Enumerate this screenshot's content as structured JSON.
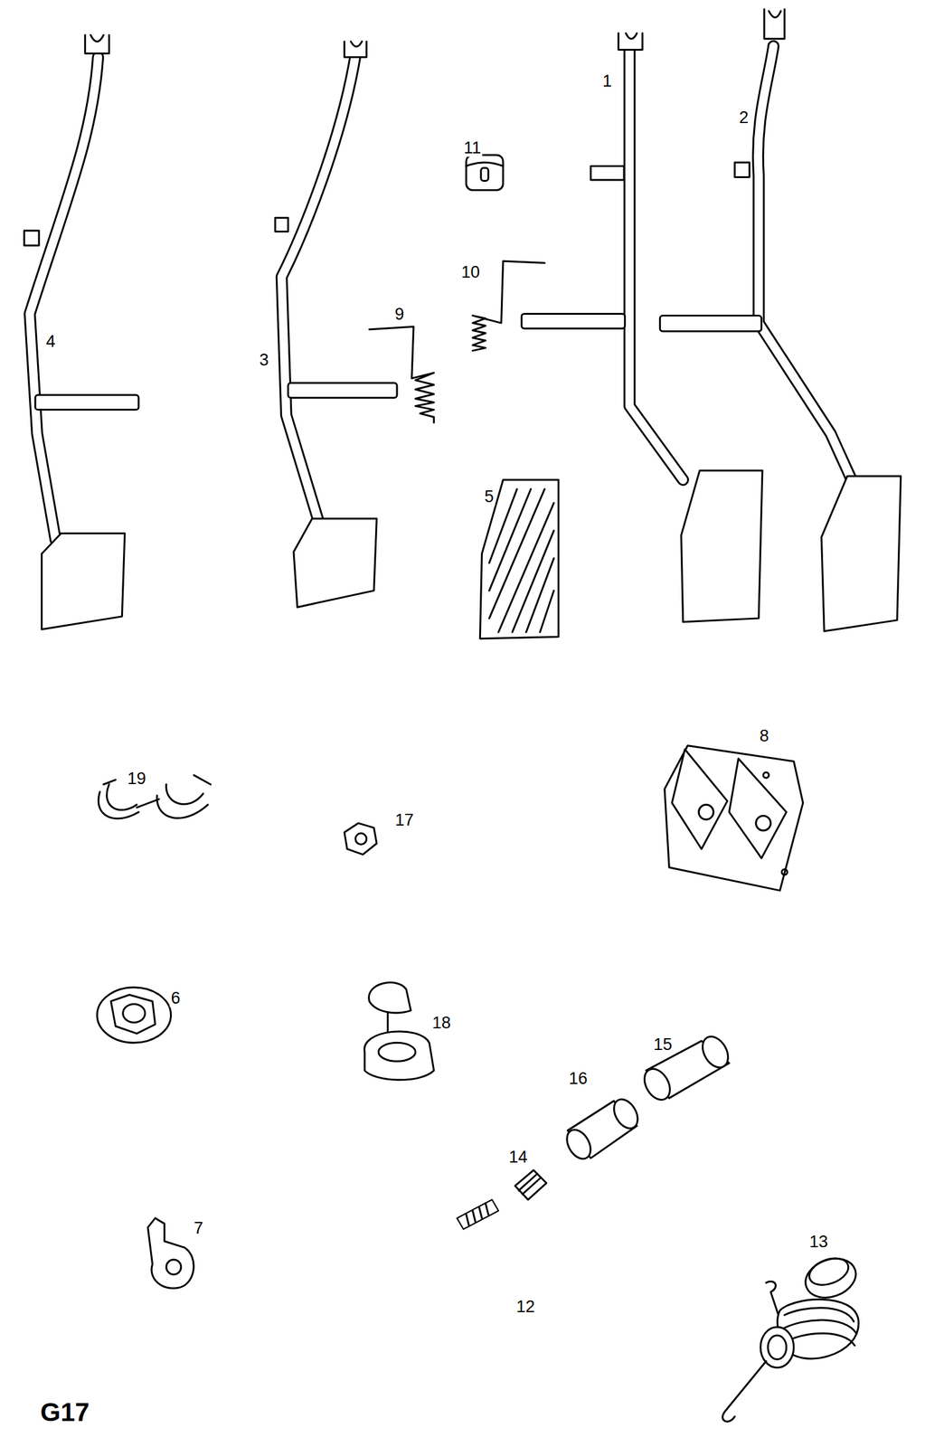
{
  "diagram": {
    "labels": [
      "4",
      "3",
      "1",
      "2",
      "11",
      "10",
      "9",
      "5",
      "8",
      "19",
      "17",
      "6",
      "18",
      "15",
      "16",
      "14",
      "7",
      "12",
      "13",
      "G17"
    ]
  }
}
